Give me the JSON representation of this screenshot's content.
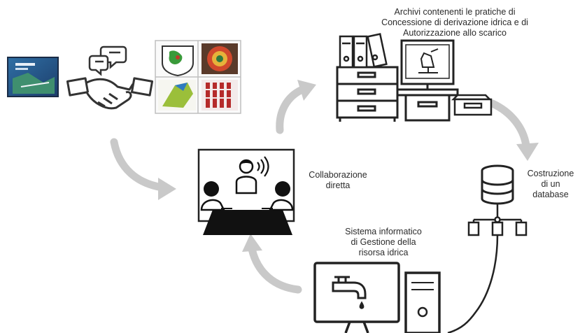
{
  "labels": {
    "archives": [
      "Archivi contenenti le pratiche di",
      "Concessione  di  derivazione idrica e di",
      "Autorizzazione allo scarico"
    ],
    "collaboration": [
      "Collaborazione",
      "diretta"
    ],
    "database": [
      "Costruzione",
      "di un",
      "database"
    ],
    "system": [
      "Sistema informatico",
      "di Gestione della",
      "risorsa idrica"
    ]
  },
  "colors": {
    "arrow": "#c9c9c9",
    "line": "#1a1a1a",
    "text": "#2b2b2b"
  },
  "icons": [
    "logo-thumbnail",
    "chat-bubbles-icon",
    "handshake-icon",
    "emblem-grid",
    "filing-cabinet-icon",
    "binders-icon",
    "microscope-computer-icon",
    "inbox-tray-icon",
    "meeting-icon",
    "database-icon",
    "network-icon",
    "computer-icon",
    "faucet-icon",
    "cycle-arrows"
  ]
}
